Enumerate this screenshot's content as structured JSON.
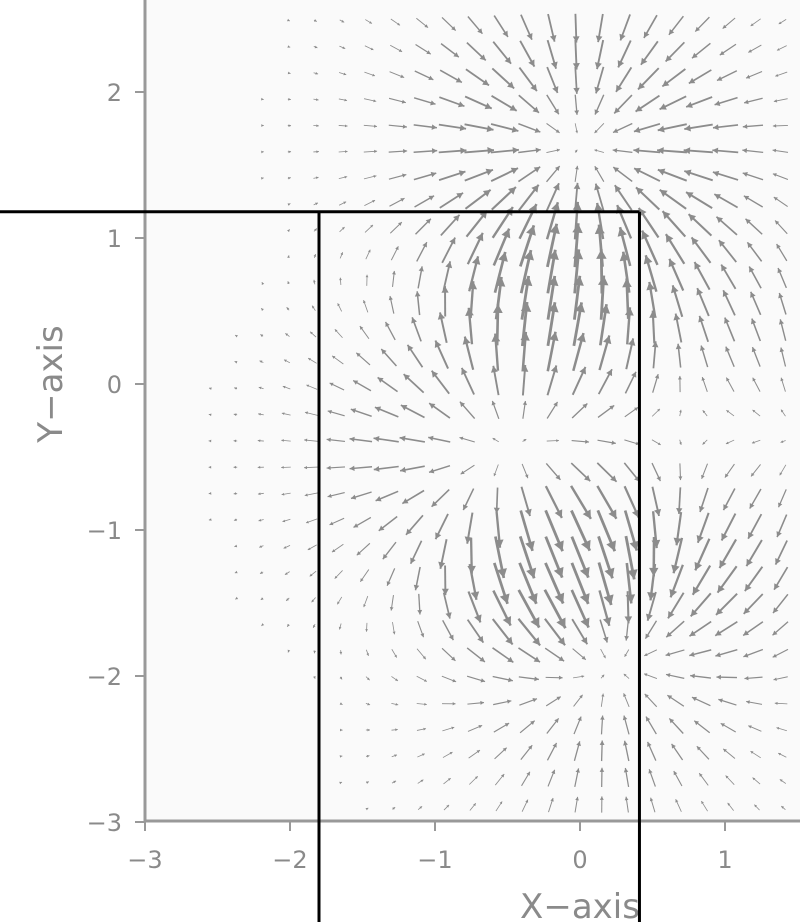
{
  "chart_data": {
    "type": "quiver",
    "xlabel": "X−axis",
    "ylabel": "Y−axis",
    "xlim": [
      -3,
      3
    ],
    "ylim": [
      -3,
      2.6
    ],
    "x_ticks": [
      "−3",
      "−2",
      "−1",
      "0",
      "1"
    ],
    "y_ticks": [
      "−3",
      "−2",
      "−1",
      "0",
      "1",
      "2"
    ],
    "grid": false,
    "vector_field": {
      "grid_step": 0.18,
      "sources": [
        {
          "x": 0.0,
          "y": 1.6,
          "strength": -1.0
        },
        {
          "x": -0.4,
          "y": -0.55,
          "strength": 1.0
        },
        {
          "x": 0.15,
          "y": -1.7,
          "strength": -0.8
        },
        {
          "x": 1.6,
          "y": -0.4,
          "strength": 0.6
        }
      ]
    },
    "colors": {
      "plot_background": "#fafafa",
      "arrow": "#8c8c8c",
      "axis": "#999999",
      "overlay": "#000000"
    },
    "overlay_lines": [
      {
        "x1": -4.0,
        "y1": 1.18,
        "x2": 0.41,
        "y2": 1.18
      },
      {
        "x1": -1.8,
        "y1": 1.18,
        "x2": -1.8,
        "y2": -3.7
      },
      {
        "x1": 0.41,
        "y1": 1.18,
        "x2": 0.41,
        "y2": -3.7
      }
    ]
  }
}
